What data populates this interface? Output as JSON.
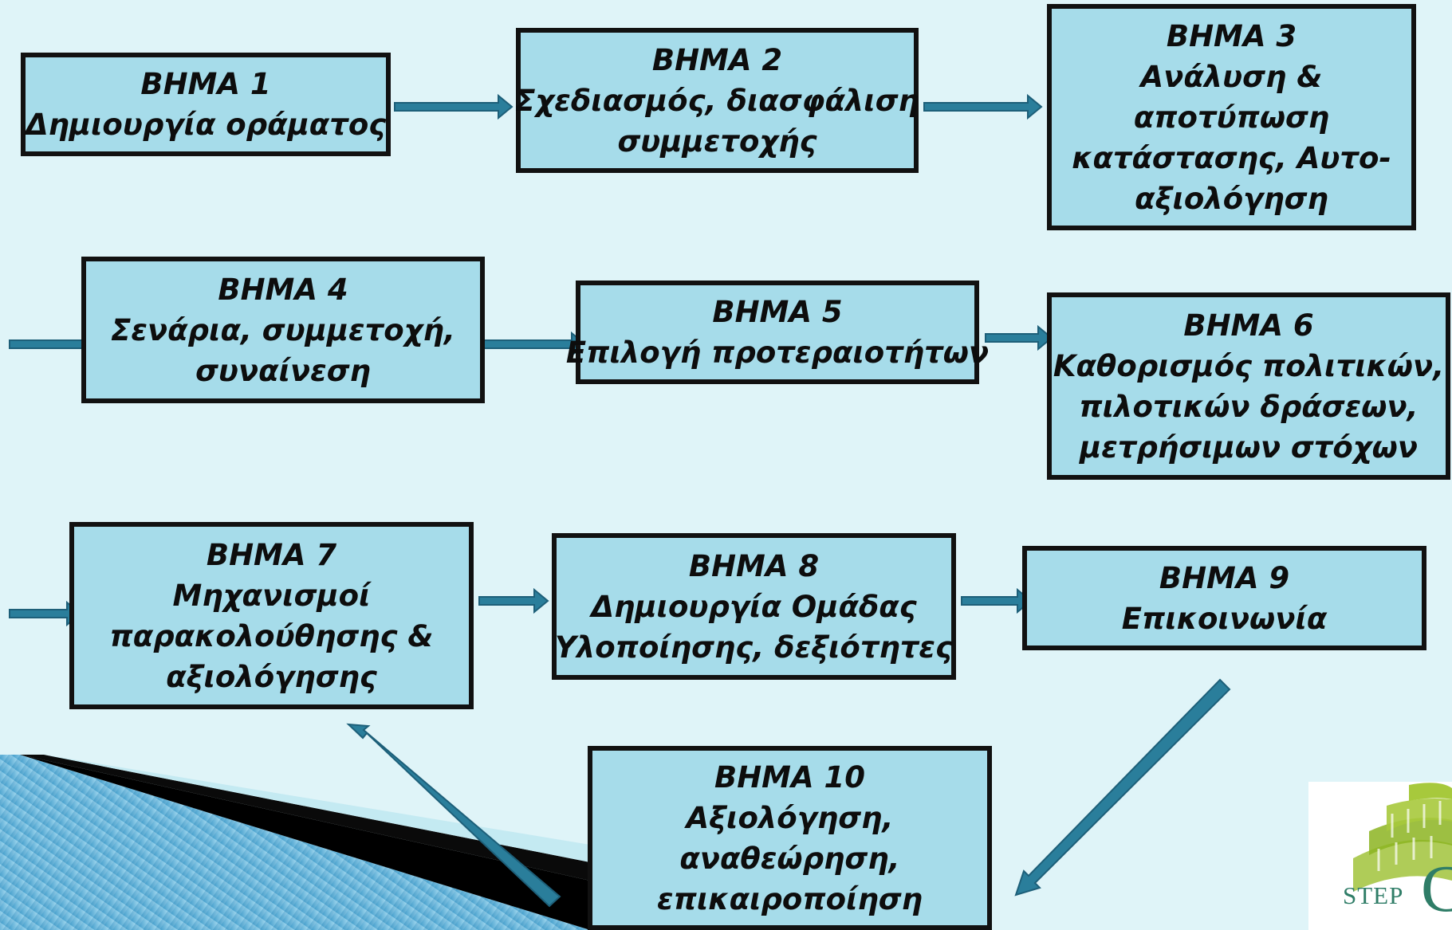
{
  "steps": [
    {
      "id": "step-1",
      "title": "ΒΗΜΑ 1",
      "lines": [
        "Δημιουργία οράματος"
      ]
    },
    {
      "id": "step-2",
      "title": "ΒΗΜΑ 2",
      "lines": [
        "Σχεδιασμός, διασφάλιση",
        "συμμετοχής"
      ]
    },
    {
      "id": "step-3",
      "title": "ΒΗΜΑ 3",
      "lines": [
        "Ανάλυση &",
        "αποτύπωση",
        "κατάστασης,  Αυτο-",
        "αξιολόγηση"
      ]
    },
    {
      "id": "step-4",
      "title": "ΒΗΜΑ 4",
      "lines": [
        "Σενάρια, συμμετοχή,",
        "συναίνεση"
      ]
    },
    {
      "id": "step-5",
      "title": "ΒΗΜΑ 5",
      "lines": [
        "Επιλογή προτεραιοτήτων"
      ]
    },
    {
      "id": "step-6",
      "title": "ΒΗΜΑ 6",
      "lines": [
        "Καθορισμός πολιτικών,",
        "πιλοτικών δράσεων,",
        "μετρήσιμων στόχων"
      ]
    },
    {
      "id": "step-7",
      "title": "ΒΗΜΑ 7",
      "lines": [
        "Μηχανισμοί",
        "παρακολούθησης &",
        "αξιολόγησης"
      ]
    },
    {
      "id": "step-8",
      "title": "ΒΗΜΑ 8",
      "lines": [
        "Δημιουργία Ομάδας",
        "Υλοποίησης, δεξιότητες"
      ]
    },
    {
      "id": "step-9",
      "title": "ΒΗΜΑ 9",
      "lines": [
        "Επικοινωνία"
      ]
    },
    {
      "id": "step-10",
      "title": "ΒΗΜΑ 10",
      "lines": [
        "Αξιολόγηση,",
        "αναθεώρηση,",
        "επικαιροποίηση"
      ]
    }
  ],
  "logo": {
    "text": "STEP",
    "initial": "C"
  },
  "colors": {
    "background": "#dff4f8",
    "box_fill": "#a6dcea",
    "box_border": "#111111",
    "arrow_fill": "#2a7e9b",
    "arrow_outline": "#1d5f79",
    "corner_blue": "#5cb4d9",
    "corner_black": "#000000",
    "logo_green": "#9bbf2e"
  }
}
